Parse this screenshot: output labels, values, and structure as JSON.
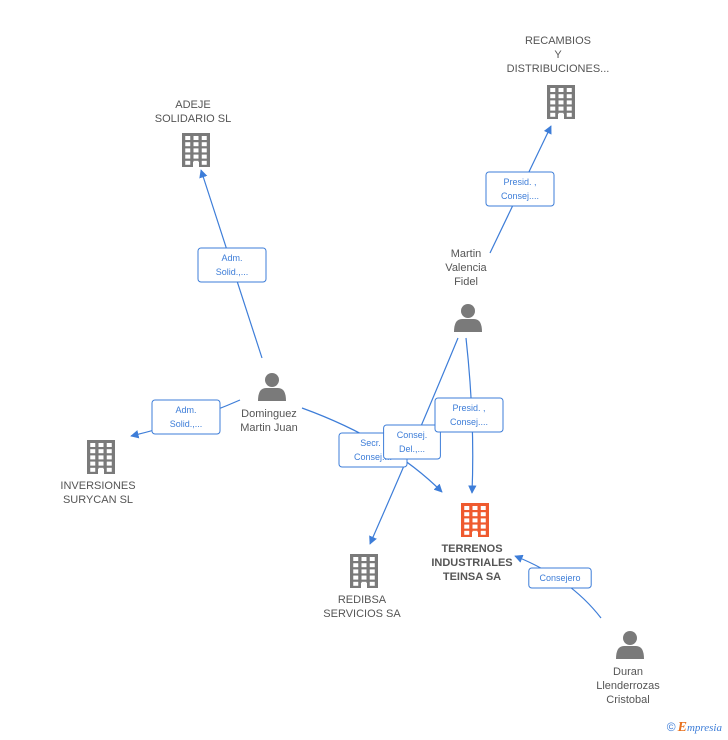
{
  "colors": {
    "edge": "#3d7dd8",
    "node": "#7a7a7a",
    "focus": "#ef5a2f"
  },
  "nodes": [
    {
      "id": "adeje",
      "type": "company",
      "lines": [
        "ADEJE",
        "SOLIDARIO  SL"
      ]
    },
    {
      "id": "recambios",
      "type": "company",
      "lines": [
        "RECAMBIOS",
        "Y",
        "DISTRIBUCIONES..."
      ]
    },
    {
      "id": "inversiones",
      "type": "company",
      "lines": [
        "INVERSIONES",
        "SURYCAN SL"
      ]
    },
    {
      "id": "redibsa",
      "type": "company",
      "lines": [
        "REDIBSA",
        "SERVICIOS SA"
      ]
    },
    {
      "id": "terrenos",
      "type": "company-focus",
      "lines": [
        "TERRENOS",
        "INDUSTRIALES",
        "TEINSA SA"
      ]
    },
    {
      "id": "martin",
      "type": "person",
      "lines": [
        "Martin",
        "Valencia",
        "Fidel"
      ]
    },
    {
      "id": "dominguez",
      "type": "person",
      "lines": [
        "Dominguez",
        "Martin Juan"
      ]
    },
    {
      "id": "duran",
      "type": "person",
      "lines": [
        "Duran",
        "Llenderrozas",
        "Cristobal"
      ]
    }
  ],
  "edges": [
    {
      "from": "dominguez",
      "to": "adeje",
      "lines": [
        "Adm.",
        "Solid.,..."
      ]
    },
    {
      "from": "dominguez",
      "to": "inversiones",
      "lines": [
        "Adm.",
        "Solid.,..."
      ]
    },
    {
      "from": "dominguez",
      "to": "terrenos",
      "lines": [
        "Secr. ,",
        "Consej...."
      ]
    },
    {
      "from": "martin",
      "to": "recambios",
      "lines": [
        "Presid. ,",
        "Consej...."
      ]
    },
    {
      "from": "martin",
      "to": "redibsa",
      "lines": [
        "Consej.",
        "Del.,..."
      ]
    },
    {
      "from": "martin",
      "to": "terrenos",
      "lines": [
        "Presid. ,",
        "Consej...."
      ]
    },
    {
      "from": "duran",
      "to": "terrenos",
      "lines": [
        "Consejero"
      ]
    }
  ],
  "footer": {
    "copyright": "©",
    "brand_initial": "E",
    "brand_rest": "mpresia"
  }
}
